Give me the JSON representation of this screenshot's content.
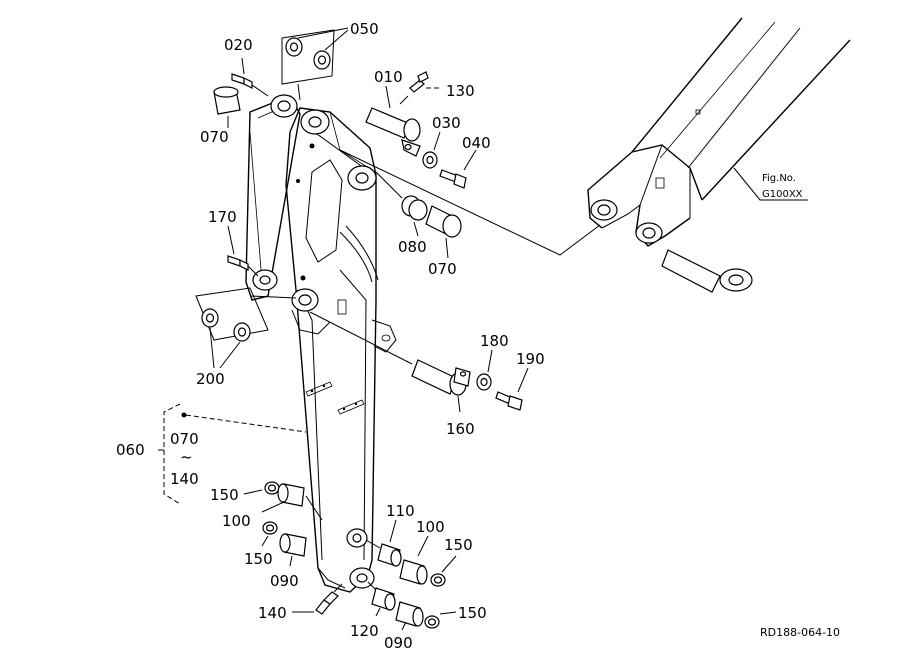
{
  "labels": {
    "p020": "020",
    "p050": "050",
    "p010": "010",
    "p130": "130",
    "p070a": "070",
    "p030": "030",
    "p040": "040",
    "p170": "170",
    "p080": "080",
    "p070b": "070",
    "p200": "200",
    "p180": "180",
    "p190": "190",
    "p160": "160",
    "p060": "060",
    "p070c": "070",
    "tilde": "~",
    "p140a": "140",
    "p150a": "150",
    "p100a": "100",
    "p150b": "150",
    "p090a": "090",
    "p110": "110",
    "p100b": "100",
    "p150c": "150",
    "p140b": "140",
    "p120": "120",
    "p090b": "090",
    "p150d": "150"
  },
  "reference": {
    "fig_no": "Fig.No.",
    "code": "G100XX"
  },
  "drawing_code": "RD188-064-10"
}
